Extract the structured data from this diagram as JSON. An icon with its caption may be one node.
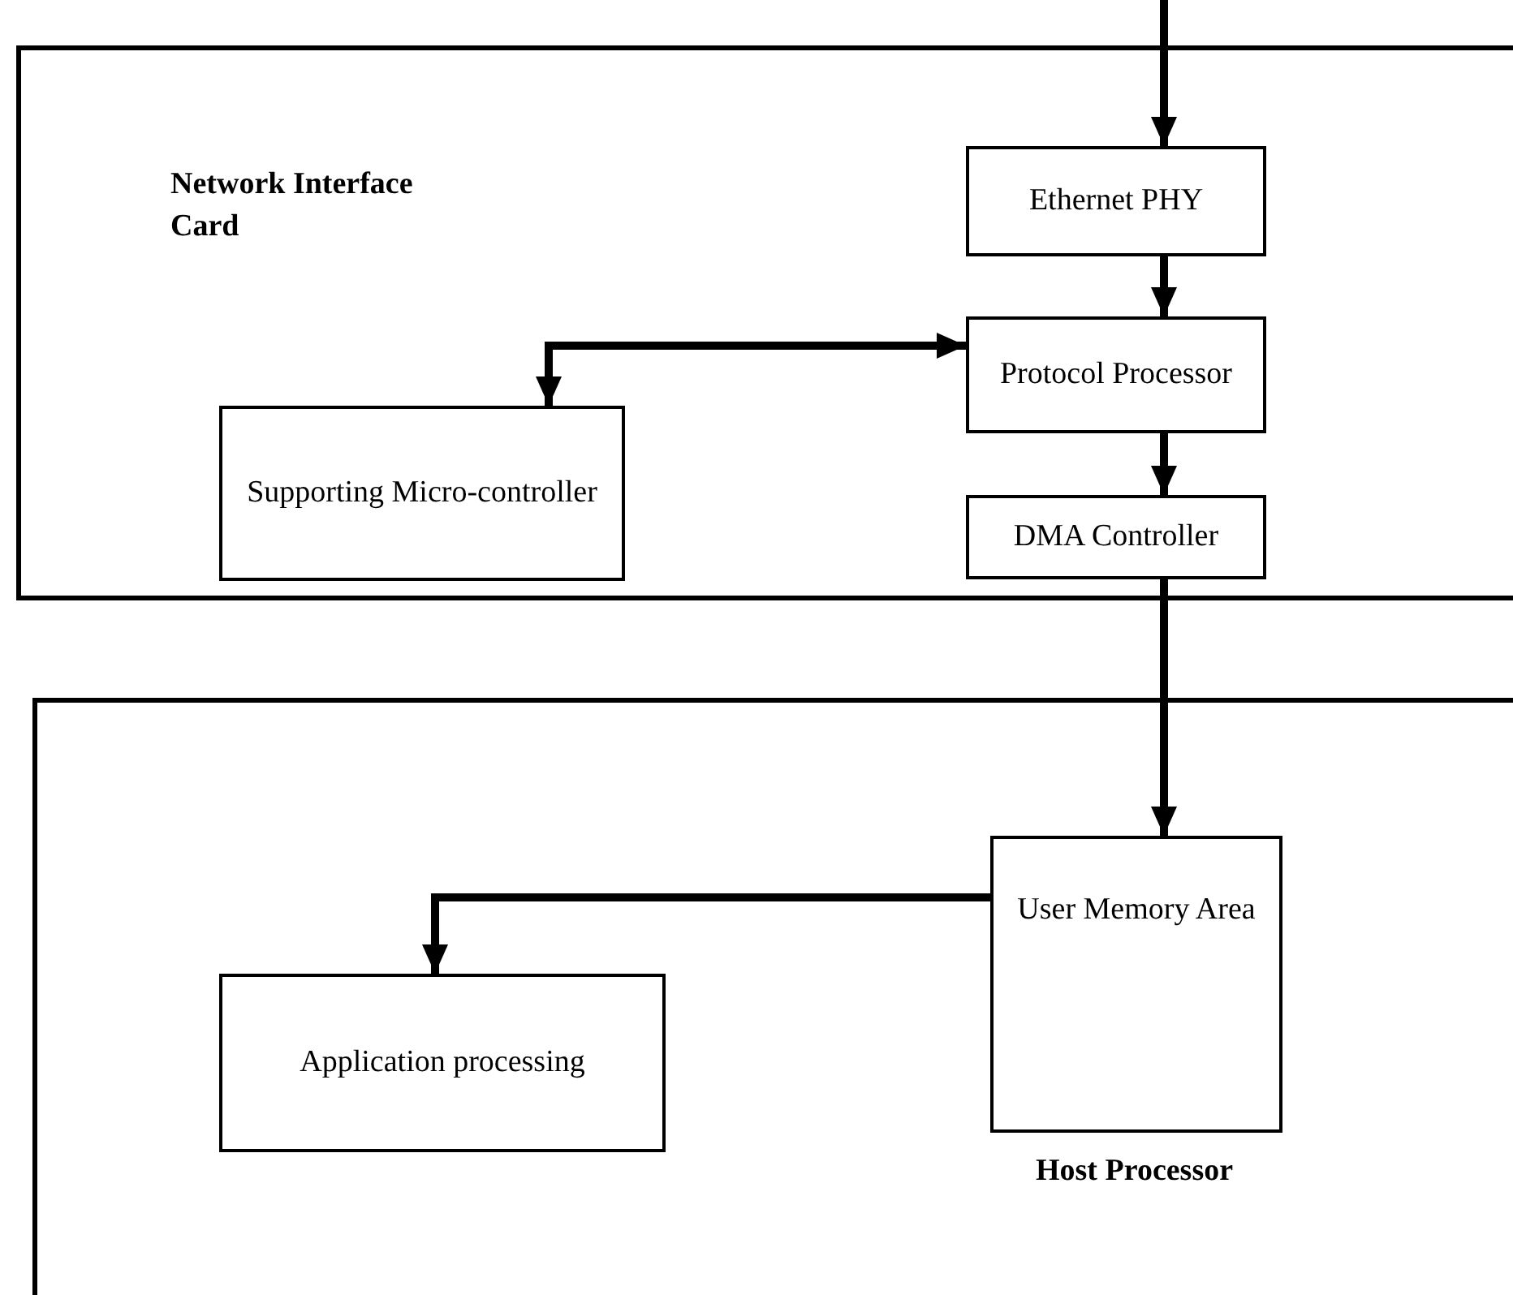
{
  "diagram": {
    "nodes": [
      {
        "text": [
          "Network Interface Card"
        ]
      },
      {
        "text": [
          "Ethernet PHY"
        ],
        "in": 0
      },
      {
        "text": [
          "Protocol Processor"
        ],
        "in": 0
      },
      {
        "text": [
          "Supporting Micro-controller"
        ],
        "in": 0
      },
      {
        "text": [
          "DMA Controller"
        ],
        "in": 0
      },
      {
        "text": [
          "Host Processor"
        ]
      },
      {
        "text": [
          "User Memory Area"
        ],
        "in": 5
      },
      {
        "text": [
          "Application processing"
        ],
        "in": 5
      }
    ],
    "edges": [
      {
        "from": null,
        "to": 1,
        "arrow": "to"
      },
      {
        "from": 1,
        "to": 2,
        "arrow": "to"
      },
      {
        "from": 2,
        "to": 3,
        "arrow": "both"
      },
      {
        "from": 2,
        "to": 4,
        "arrow": "to"
      },
      {
        "from": 4,
        "to": 6,
        "arrow": "to"
      },
      {
        "from": 6,
        "to": 7,
        "arrow": "to"
      }
    ]
  }
}
